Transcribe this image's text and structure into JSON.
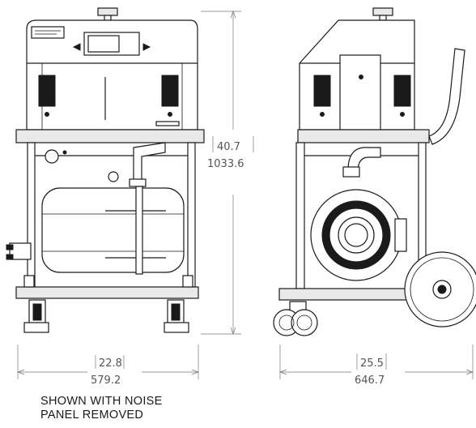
{
  "front_view": {
    "height_dimension": {
      "inches": "40.7",
      "millimeters": "1033.6"
    },
    "width_dimension": {
      "inches": "22.8",
      "millimeters": "579.2"
    }
  },
  "side_view": {
    "width_dimension": {
      "inches": "25.5",
      "millimeters": "646.7"
    }
  },
  "caption": {
    "line1": "SHOWN WITH NOISE",
    "line2": "PANEL REMOVED"
  }
}
